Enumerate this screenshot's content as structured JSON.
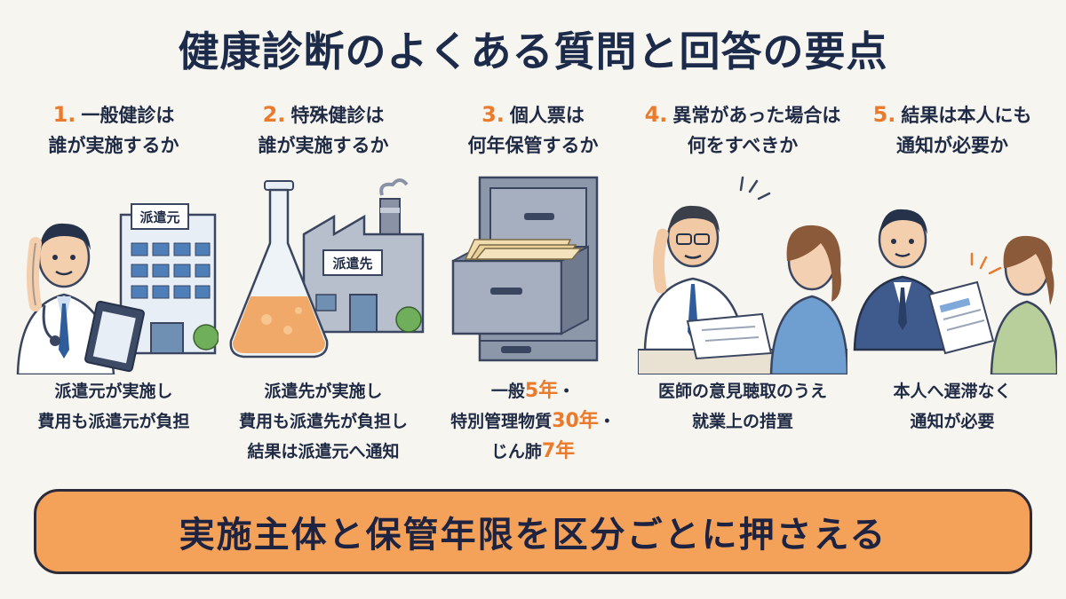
{
  "title": "健康診断のよくある質問と回答の要点",
  "columns": [
    {
      "number": "1.",
      "question_lines": [
        "一般健診は",
        "誰が実施するか"
      ],
      "illustration_label": "派遣元",
      "answer_lines": [
        "派遣元が実施し",
        "費用も派遣元が負担"
      ]
    },
    {
      "number": "2.",
      "question_lines": [
        "特殊健診は",
        "誰が実施するか"
      ],
      "illustration_label": "派遣先",
      "answer_lines": [
        "派遣先が実施し",
        "費用も派遣先が負担し",
        "結果は派遣元へ通知"
      ]
    },
    {
      "number": "3.",
      "question_lines": [
        "個人票は",
        "何年保管するか"
      ],
      "answer_parts": {
        "line1_prefix": "一般",
        "line1_value": "5年",
        "line1_suffix": "・",
        "line2_prefix": "特別管理物質",
        "line2_value": "30年",
        "line2_suffix": "・",
        "line3_prefix": "じん肺",
        "line3_value": "7年"
      }
    },
    {
      "number": "4.",
      "question_lines": [
        "異常があった場合は",
        "何をすべきか"
      ],
      "answer_lines": [
        "医師の意見聴取のうえ",
        "就業上の措置"
      ]
    },
    {
      "number": "5.",
      "question_lines": [
        "結果は本人にも",
        "通知が必要か"
      ],
      "answer_lines": [
        "本人へ遅滞なく",
        "通知が必要"
      ]
    }
  ],
  "banner": "実施主体と保管年限を区分ごとに押さえる",
  "colors": {
    "accent": "#ea7a2c",
    "navy": "#1d2b4a",
    "banner_bg": "#f4a259",
    "background": "#f7f5f0"
  }
}
